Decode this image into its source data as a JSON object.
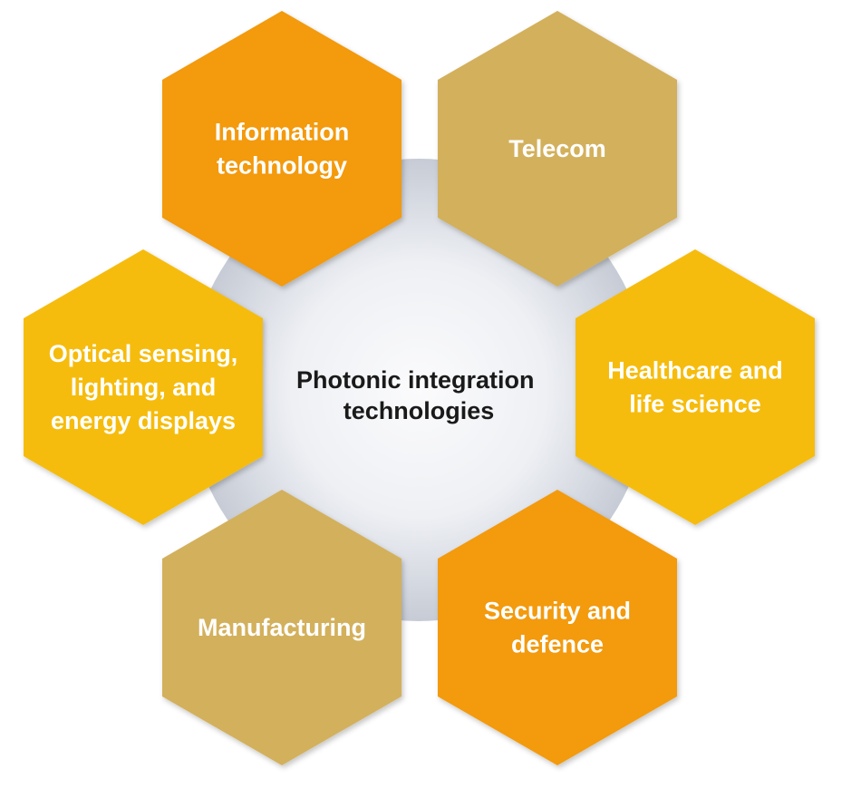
{
  "center": {
    "lines": [
      "Photonic integration",
      "technologies"
    ]
  },
  "colors": {
    "orange": "#F39A0B",
    "tan": "#D3B05C",
    "yellow": "#F6BC0C",
    "disk_light": "#F6F7F9",
    "disk_dark": "#C9CED8"
  },
  "hexagons": [
    {
      "id": "information-technology",
      "lines": [
        "Information",
        "technology"
      ],
      "color": "orange"
    },
    {
      "id": "telecom",
      "lines": [
        "Telecom"
      ],
      "color": "tan"
    },
    {
      "id": "healthcare",
      "lines": [
        "Healthcare and",
        "life science"
      ],
      "color": "yellow"
    },
    {
      "id": "security",
      "lines": [
        "Security and",
        "defence"
      ],
      "color": "orange"
    },
    {
      "id": "manufacturing",
      "lines": [
        "Manufacturing"
      ],
      "color": "tan"
    },
    {
      "id": "optical-sensing",
      "lines": [
        "Optical sensing,",
        "lighting, and",
        "energy displays"
      ],
      "color": "yellow"
    }
  ]
}
